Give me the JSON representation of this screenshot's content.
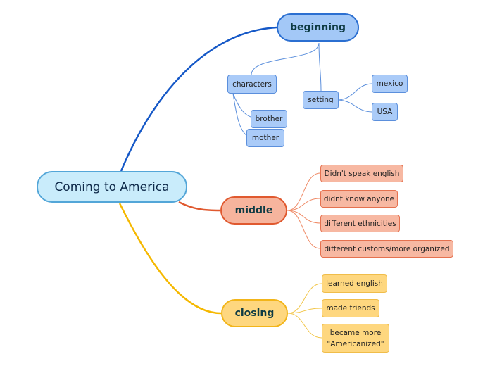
{
  "root": {
    "label": "Coming to America"
  },
  "beginning": {
    "label": "beginning",
    "characters": {
      "label": "characters",
      "children": [
        "brother",
        "mother"
      ]
    },
    "setting": {
      "label": "setting",
      "children": [
        "mexico",
        "USA"
      ]
    }
  },
  "middle": {
    "label": "middle",
    "children": [
      "Didn't speak english",
      "didnt know anyone",
      "different ethnicities",
      "different customs/more organized"
    ]
  },
  "closing": {
    "label": "closing",
    "children": [
      "learned english",
      "made friends",
      "became more \"Americanized\""
    ]
  },
  "colors": {
    "beginning": "#1558c7",
    "beginning_sub": "#5b8fdc",
    "middle": "#e0592f",
    "middle_sub": "#ef8a66",
    "closing": "#f5b800",
    "closing_sub": "#f2c649"
  }
}
